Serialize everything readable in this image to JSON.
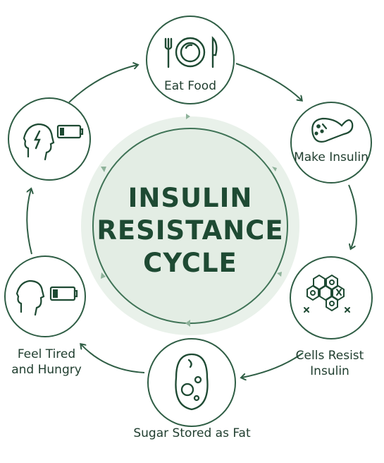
{
  "diagram": {
    "title_lines": [
      "INSULIN",
      "RESISTANCE",
      "CYCLE"
    ],
    "steps": [
      {
        "label": "Eat Food",
        "icon": "plate-cutlery-icon"
      },
      {
        "label": "Make Insulin",
        "icon": "pancreas-icon"
      },
      {
        "label": "Cells Resist",
        "label2": "Insulin",
        "icon": "resistant-cells-icon"
      },
      {
        "label": "Sugar Stored as Fat",
        "icon": "avocado-fat-icon"
      },
      {
        "label": "Feel Tired",
        "label2": "and Hungry",
        "icon": "tired-head-low-battery-icon"
      },
      {
        "label": "",
        "icon": "head-lightning-low-battery-icon"
      }
    ],
    "colors": {
      "accent": "#1e5a3c",
      "line": "#2f5e45",
      "center_fill": "#e9f1ea"
    }
  }
}
